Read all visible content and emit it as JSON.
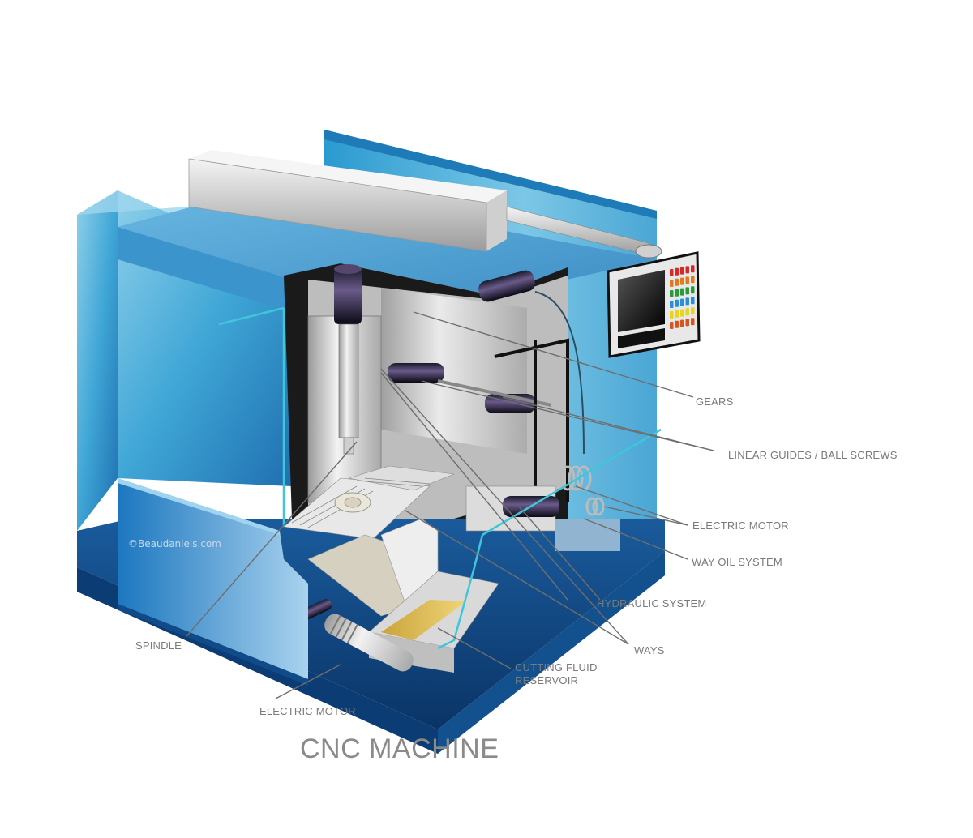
{
  "title": "CNC MACHINE",
  "watermark": "©Beaudaniels.com",
  "labels": {
    "gears": "GEARS",
    "linear_guides": "LINEAR GUIDES / BALL SCREWS",
    "electric_motor_right": "ELECTRIC MOTOR",
    "way_oil_system": "WAY OIL SYSTEM",
    "hydraulic_system": "HYDRAULIC SYSTEM",
    "ways": "WAYS",
    "cutting_fluid_line1": "CUTTING FLUID",
    "cutting_fluid_line2": "RESERVOIR",
    "spindle": "SPINDLE",
    "electric_motor_bottom": "ELECTRIC MOTOR"
  },
  "colors": {
    "housing_blue": "#2f86c4",
    "housing_light": "#7ec3e6",
    "base_dark": "#0d3f78",
    "glass_cyan": "#3fc6d8",
    "steel_light": "#e6e6e6",
    "steel_mid": "#b5b5b5",
    "leader_line": "#6e6e6e",
    "label_text": "#7a7a7a"
  },
  "control_panel": {
    "button_rows": [
      "#d62828",
      "#e07a1f",
      "#2c9a3a",
      "#2b8fd6",
      "#e6d51a",
      "#d9541e"
    ]
  }
}
